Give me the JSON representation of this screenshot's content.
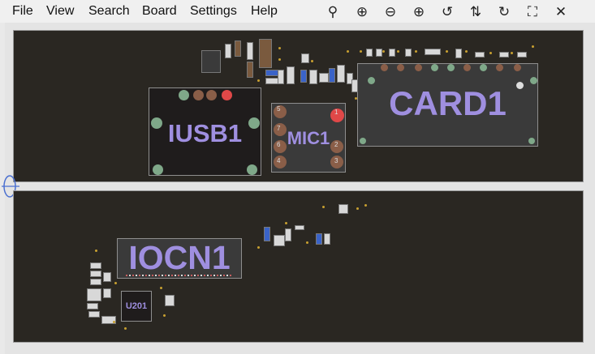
{
  "menu": {
    "items": [
      "File",
      "View",
      "Search",
      "Board",
      "Settings",
      "Help"
    ]
  },
  "toolbar": {
    "icons": [
      "zoom-search-icon",
      "zoom-in-icon",
      "zoom-out-icon",
      "zoom-fit-icon",
      "rotate-left-icon",
      "flip-icon",
      "rotate-right-icon",
      "fit-screen-icon",
      "close-icon"
    ],
    "glyphs": [
      "⚲",
      "⊕",
      "⊖",
      "⊕",
      "↺",
      "⇅",
      "↻",
      "⛶",
      "✕"
    ]
  },
  "components": {
    "iusb1": "IUSB1",
    "mic1": "MIC1",
    "card1": "CARD1",
    "iocn1": "IOCN1",
    "u201": "U201"
  },
  "mic_pins": [
    "5",
    "1",
    "7",
    "6",
    "2",
    "4",
    "3"
  ],
  "colors": {
    "board": "#2a2722",
    "refdes": "#9f8fe0",
    "pad_green": "#7fa889",
    "pad_brown": "#8a5e48",
    "pad_red": "#e04848",
    "via": "#c8a030"
  }
}
